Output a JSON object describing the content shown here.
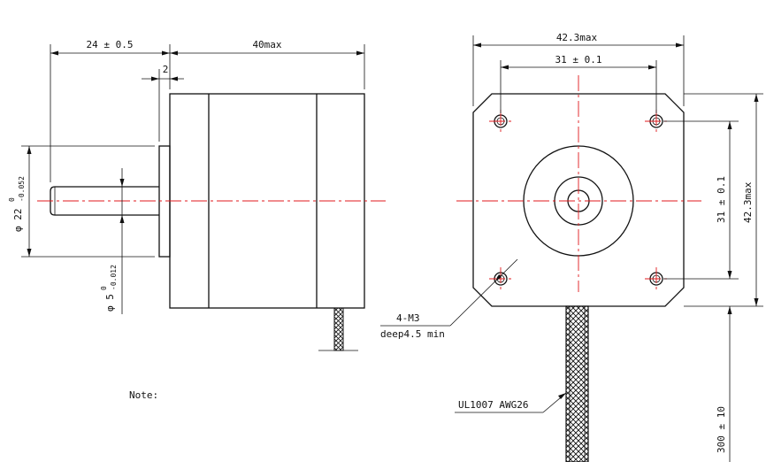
{
  "side_view": {
    "shaft_length": "24 ± 0.5",
    "body_length": "40max",
    "boss_length": "2",
    "boss_diameter": "φ 22",
    "boss_diameter_upper_tol": "0",
    "boss_diameter_lower_tol": "-0.052",
    "shaft_diameter": "φ 5",
    "shaft_diameter_upper_tol": "0",
    "shaft_diameter_lower_tol": "-0.012"
  },
  "front_view": {
    "flange_width": "42.3max",
    "hole_spacing_h": "31 ± 0.1",
    "hole_spacing_v": "31 ± 0.1",
    "flange_height": "42.3max",
    "holes_callout": "4-M3",
    "holes_depth": "deep4.5 min",
    "cable_spec": "UL1007 AWG26",
    "cable_length": "300 ± 10"
  },
  "note_label": "Note:",
  "colors": {
    "line": "#111111",
    "centerline": "#e0191c"
  }
}
